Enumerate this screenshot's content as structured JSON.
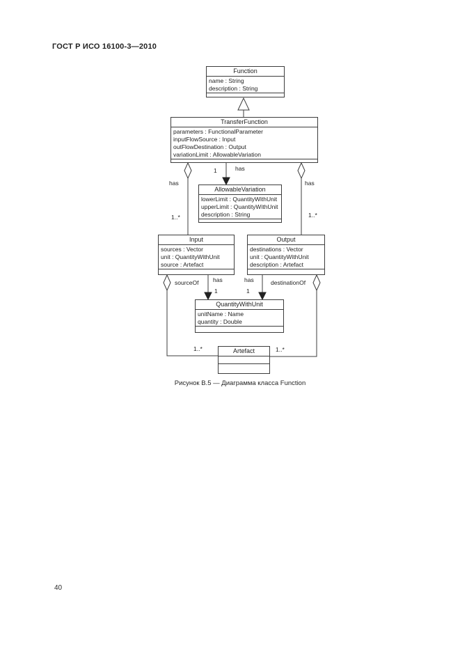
{
  "page": {
    "header": "ГОСТ Р ИСО 16100-3—2010",
    "page_number": "40",
    "caption": "Рисунок В.5 — Диаграмма класса Function"
  },
  "diagram": {
    "classes": [
      {
        "name": "Function",
        "attributes": [
          "name : String",
          "description : String"
        ]
      },
      {
        "name": "TransferFunction",
        "attributes": [
          "parameters : FunctionalParameter",
          "inputFlowSource : Input",
          "outFlowDestination : Output",
          "variationLimit : AllowableVariation"
        ]
      },
      {
        "name": "AllowableVariation",
        "attributes": [
          "lowerLimit : QuantityWithUnit",
          "upperLimit : QuantityWithUnit",
          "description : String"
        ]
      },
      {
        "name": "Input",
        "attributes": [
          "sources : Vector",
          "unit : QuantityWithUnit",
          "source : Artefact"
        ]
      },
      {
        "name": "Output",
        "attributes": [
          "destinations : Vector",
          "unit : QuantityWithUnit",
          "description : Artefact"
        ]
      },
      {
        "name": "QuantityWithUnit",
        "attributes": [
          "unitName : Name",
          "quantity : Double"
        ]
      },
      {
        "name": "Artefact",
        "attributes": []
      }
    ],
    "connectors": [
      {
        "type": "generalization",
        "from": "TransferFunction",
        "to": "Function"
      },
      {
        "type": "aggregation",
        "from": "TransferFunction",
        "to": "Input",
        "label": "has",
        "multiplicity": "1..*"
      },
      {
        "type": "association-directed",
        "from": "TransferFunction",
        "to": "AllowableVariation",
        "label": "has",
        "multiplicity": "1"
      },
      {
        "type": "aggregation",
        "from": "TransferFunction",
        "to": "Output",
        "label": "has",
        "multiplicity": "1..*"
      },
      {
        "type": "aggregation",
        "from": "Input",
        "to": "Artefact",
        "label": "sourceOf",
        "multiplicity": "1..*"
      },
      {
        "type": "association-directed",
        "from": "Input",
        "to": "QuantityWithUnit",
        "label": "has",
        "multiplicity": "1"
      },
      {
        "type": "association-directed",
        "from": "Output",
        "to": "QuantityWithUnit",
        "label": "has",
        "multiplicity": "1"
      },
      {
        "type": "aggregation",
        "from": "Output",
        "to": "Artefact",
        "label": "destinationOf",
        "multiplicity": "1..*"
      }
    ]
  }
}
